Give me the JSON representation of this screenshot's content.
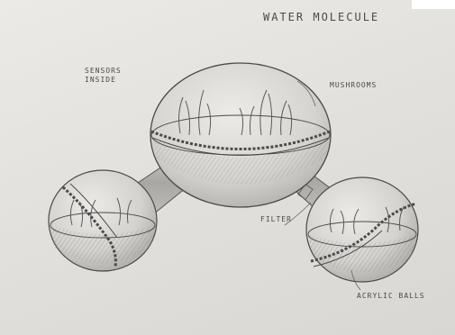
{
  "title": "WATER MOLECULE",
  "labels": {
    "sensors_line1": "SENSORS",
    "sensors_line2": "INSIDE",
    "mushrooms": "MUSHROOMS",
    "filter": "FILTER",
    "acrylic_balls": "ACRYLIC BALLS"
  },
  "colors": {
    "paper": "#e6e4e0",
    "pencil": "#4a4a4a",
    "shading": "#8a8a88"
  }
}
